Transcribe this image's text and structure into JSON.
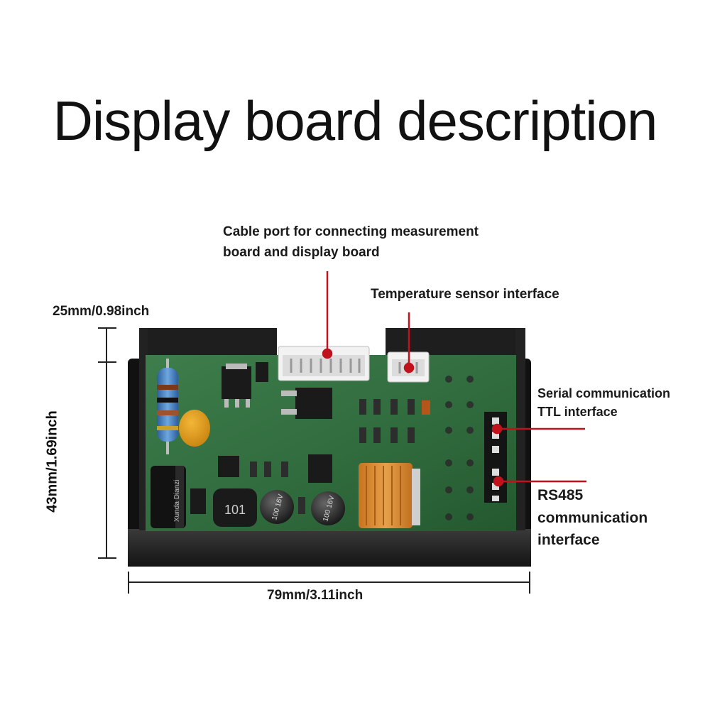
{
  "title": "Display board description",
  "labels": {
    "cable_port": [
      "Cable port for connecting measurement",
      "board and display board"
    ],
    "temperature_sensor": "Temperature sensor interface",
    "serial_ttl": [
      "Serial communication",
      "TTL interface"
    ],
    "rs485": [
      "RS485",
      "communication",
      "interface"
    ]
  },
  "dimensions": {
    "depth": "25mm/0.98inch",
    "height": "43mm/1.69inch",
    "width": "79mm/3.11inch"
  },
  "component_markings": {
    "inductor": "101",
    "cap_left": "100 16V",
    "cap_right": "100 16V",
    "capacitor_brand": "Xunda Dianzi"
  },
  "colors": {
    "pointer": "#c0121c",
    "pcb": "#2f6a3c",
    "case": "#1c1c1c"
  }
}
